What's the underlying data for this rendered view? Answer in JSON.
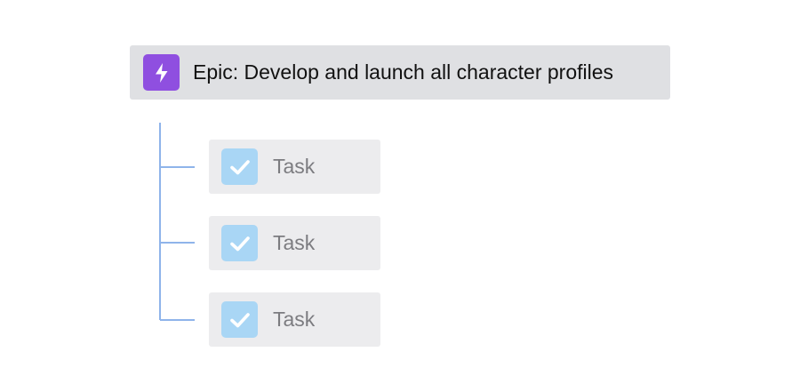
{
  "epic": {
    "title": "Epic: Develop and launch all character profiles",
    "icon": "lightning-bolt-icon",
    "color": "#8f4fe0"
  },
  "tasks": [
    {
      "label": "Task",
      "icon": "checkmark-icon",
      "color": "#a9d6f5"
    },
    {
      "label": "Task",
      "icon": "checkmark-icon",
      "color": "#a9d6f5"
    },
    {
      "label": "Task",
      "icon": "checkmark-icon",
      "color": "#a9d6f5"
    }
  ],
  "connector_color": "#8fb4ea"
}
